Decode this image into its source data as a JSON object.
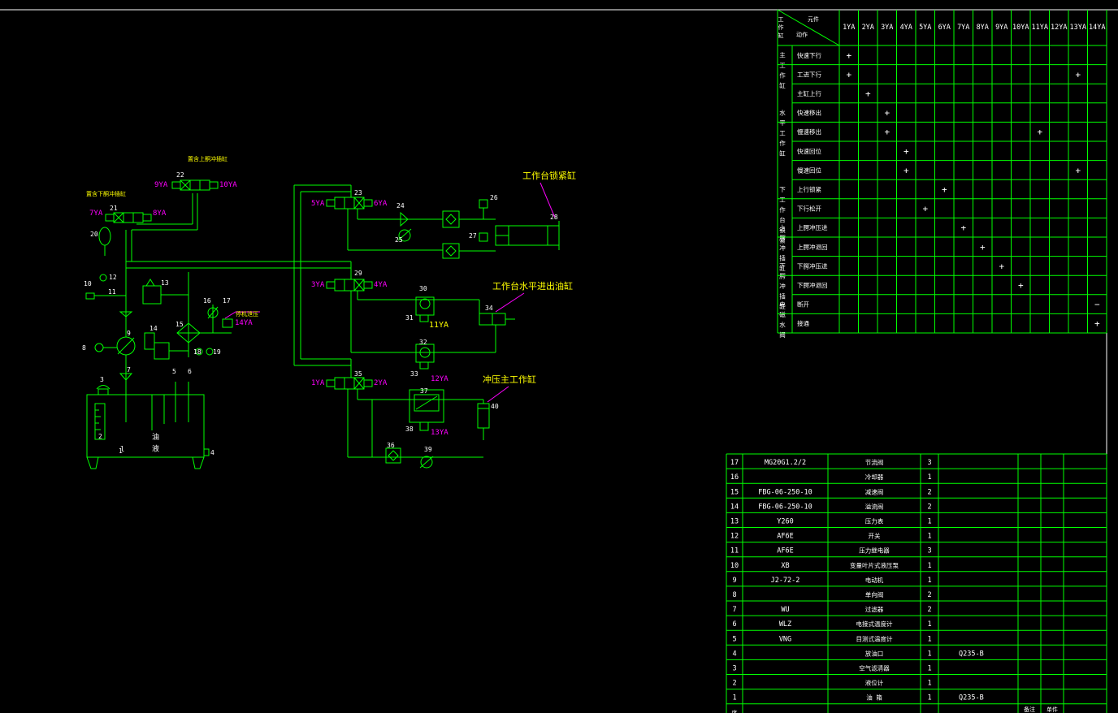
{
  "labels": {
    "cyl_lock": "工作台锁紧缸",
    "cyl_horizontal": "工作台水平进出油缸",
    "cyl_press": "冲压主工作缸",
    "upper_eject": "置含上酮冲插缸",
    "lower_eject": "置含下酮冲插缸",
    "stop_press": "停机泄压",
    "tank_text": "油 液",
    "sol_9": "9YA",
    "sol_10": "10YA",
    "sol_7": "7YA",
    "sol_8": "8YA",
    "sol_5": "5YA",
    "sol_6": "6YA",
    "sol_3": "3YA",
    "sol_4": "4YA",
    "sol_1": "1YA",
    "sol_2": "2YA",
    "sol_11": "11YA",
    "sol_12": "12YA",
    "sol_13": "13YA",
    "sol_14": "14YA",
    "n1": "1",
    "n2": "2",
    "n3": "3",
    "n4": "4",
    "n5": "5",
    "n6": "6",
    "n7": "7",
    "n8": "8",
    "n9": "9",
    "n10": "10",
    "n11": "11",
    "n12": "12",
    "n13": "13",
    "n14": "14",
    "n15": "15",
    "n16": "16",
    "n17": "17",
    "n18": "18",
    "n19": "19",
    "n20": "20",
    "n21": "21",
    "n22": "22",
    "n23": "23",
    "n24": "24",
    "n25": "25",
    "n26": "26",
    "n27": "27",
    "n28": "28",
    "n29": "29",
    "n30": "30",
    "n31": "31",
    "n32": "32",
    "n33": "33",
    "n34": "34",
    "n35": "35",
    "n36": "36",
    "n37": "37",
    "n38": "38",
    "n39": "39",
    "n40": "40"
  },
  "action_table": {
    "corner_top": "元件",
    "corner_bottom": "动作",
    "corner_left": "工作缸",
    "columns": [
      "1YA",
      "2YA",
      "3YA",
      "4YA",
      "5YA",
      "6YA",
      "7YA",
      "8YA",
      "9YA",
      "10YA",
      "11YA",
      "12YA",
      "13YA",
      "14YA"
    ],
    "groups": [
      {
        "name": "主工作缸",
        "rows": [
          {
            "action": "快速下行",
            "marks": {
              "1YA": "+"
            }
          },
          {
            "action": "工进下行",
            "marks": {
              "1YA": "+",
              "13YA": "+"
            }
          },
          {
            "action": "主缸上行",
            "marks": {
              "2YA": "+"
            }
          }
        ]
      },
      {
        "name": "水平工作缸",
        "rows": [
          {
            "action": "快速移出",
            "marks": {
              "3YA": "+"
            }
          },
          {
            "action": "慢速移出",
            "marks": {
              "3YA": "+",
              "11YA": "+"
            }
          },
          {
            "action": "快速回位",
            "marks": {
              "4YA": "+"
            }
          },
          {
            "action": "慢速回位",
            "marks": {
              "4YA": "+",
              "13YA": "+"
            }
          }
        ]
      },
      {
        "name": "下工作台锁紧",
        "rows": [
          {
            "action": "上行锁紧",
            "marks": {
              "6YA": "+"
            }
          },
          {
            "action": "下行松开",
            "marks": {
              "5YA": "+"
            }
          }
        ]
      },
      {
        "name": "上腭冲插缸",
        "rows": [
          {
            "action": "上腭冲压进",
            "marks": {
              "7YA": "+"
            }
          },
          {
            "action": "上腭冲退回",
            "marks": {
              "8YA": "+"
            }
          }
        ]
      },
      {
        "name": "下腭冲插缸",
        "rows": [
          {
            "action": "下腭冲压进",
            "marks": {
              "9YA": "+"
            }
          },
          {
            "action": "下腭冲退回",
            "marks": {
              "10YA": "+"
            }
          }
        ]
      },
      {
        "name": "电磁水阀",
        "rows": [
          {
            "action": "断开",
            "marks": {
              "14YA": "−"
            }
          },
          {
            "action": "接通",
            "marks": {
              "14YA": "+"
            }
          }
        ]
      }
    ]
  },
  "parts_list": [
    {
      "no": "17",
      "code": "MG20G1.2/2",
      "name": "节流阀",
      "qty": "3",
      "material": ""
    },
    {
      "no": "16",
      "code": "",
      "name": "冷却器",
      "qty": "1",
      "material": ""
    },
    {
      "no": "15",
      "code": "FBG-06-250-10",
      "name": "减速阀",
      "qty": "2",
      "material": ""
    },
    {
      "no": "14",
      "code": "FBG-06-250-10",
      "name": "溢流阀",
      "qty": "2",
      "material": ""
    },
    {
      "no": "13",
      "code": "Y260",
      "name": "压力表",
      "qty": "1",
      "material": ""
    },
    {
      "no": "12",
      "code": "AF6E",
      "name": "开关",
      "qty": "1",
      "material": ""
    },
    {
      "no": "11",
      "code": "AF6E",
      "name": "压力继电器",
      "qty": "3",
      "material": ""
    },
    {
      "no": "10",
      "code": "XB",
      "name": "变量叶片式液压泵",
      "qty": "1",
      "material": ""
    },
    {
      "no": "9",
      "code": "J2-72-2",
      "name": "电动机",
      "qty": "1",
      "material": ""
    },
    {
      "no": "8",
      "code": "",
      "name": "单向阀",
      "qty": "2",
      "material": ""
    },
    {
      "no": "7",
      "code": "WU",
      "name": "过滤器",
      "qty": "2",
      "material": ""
    },
    {
      "no": "6",
      "code": "WLZ",
      "name": "电接式温度计",
      "qty": "1",
      "material": ""
    },
    {
      "no": "5",
      "code": "VNG",
      "name": "目测式温度计",
      "qty": "1",
      "material": ""
    },
    {
      "no": "4",
      "code": "",
      "name": "放油口",
      "qty": "1",
      "material": "Q235-B"
    },
    {
      "no": "3",
      "code": "",
      "name": "空气滤清器",
      "qty": "1",
      "material": ""
    },
    {
      "no": "2",
      "code": "",
      "name": "液位计",
      "qty": "1",
      "material": ""
    },
    {
      "no": "1",
      "code": "",
      "name": "油 箱",
      "qty": "1",
      "material": "Q235-B"
    }
  ],
  "parts_footer": {
    "f1": "序",
    "f2": "备注",
    "f3": "单件"
  },
  "colors": {
    "lines": "#00ff00",
    "text": "#ffffff",
    "callout": "#ffff00",
    "solenoid": "#ff00ff",
    "background": "#000000"
  }
}
